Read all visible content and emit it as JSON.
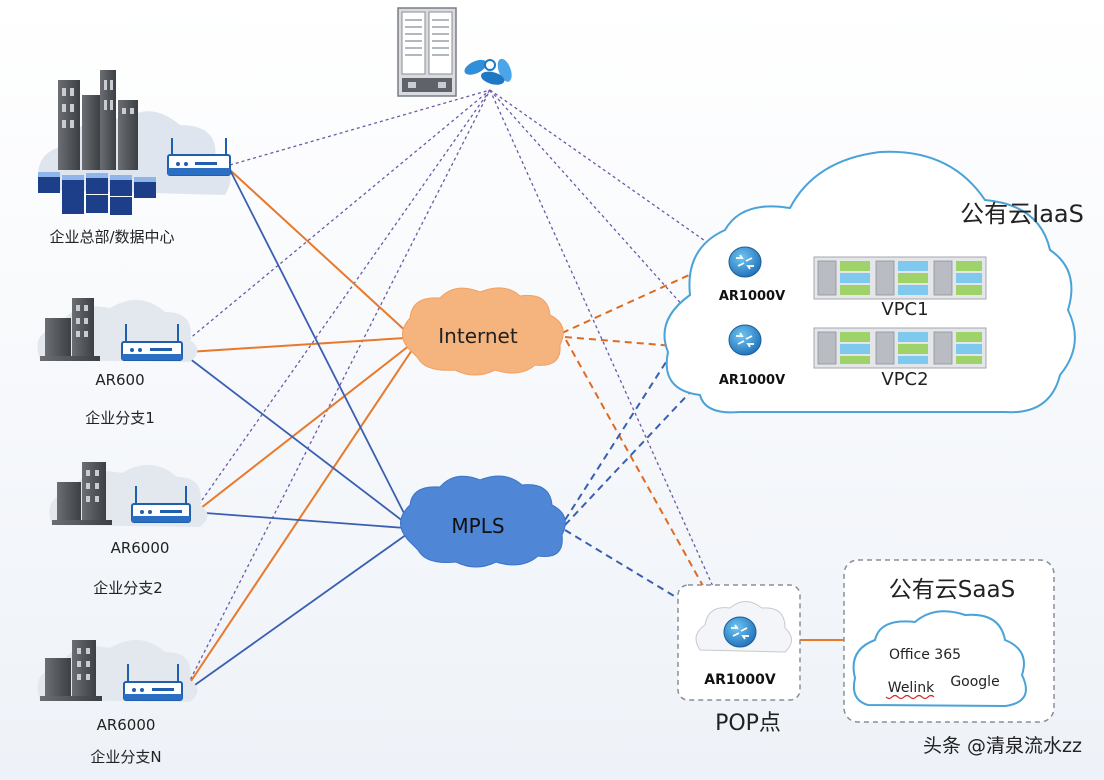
{
  "sites": {
    "hq": {
      "label": "企业总部/数据中心"
    },
    "branch1": {
      "model": "AR600",
      "label": "企业分支1"
    },
    "branch2": {
      "model": "AR6000",
      "label": "企业分支2"
    },
    "branchN": {
      "model": "AR6000",
      "label": "企业分支N"
    }
  },
  "networks": {
    "internet": {
      "label": "Internet"
    },
    "mpls": {
      "label": "MPLS"
    }
  },
  "iaas": {
    "title": "公有云IaaS",
    "router1": "AR1000V",
    "router2": "AR1000V",
    "vpc1": "VPC1",
    "vpc2": "VPC2"
  },
  "pop": {
    "router": "AR1000V",
    "label": "POP点"
  },
  "saas": {
    "title": "公有云SaaS",
    "app1": "Office 365",
    "app2": "Welink",
    "app3": "Google"
  },
  "watermark": "头条 @清泉流水zz",
  "colors": {
    "internet_link": "#e8792a",
    "mpls_link": "#3a5fb0",
    "control_link": "#6a5aa8"
  }
}
